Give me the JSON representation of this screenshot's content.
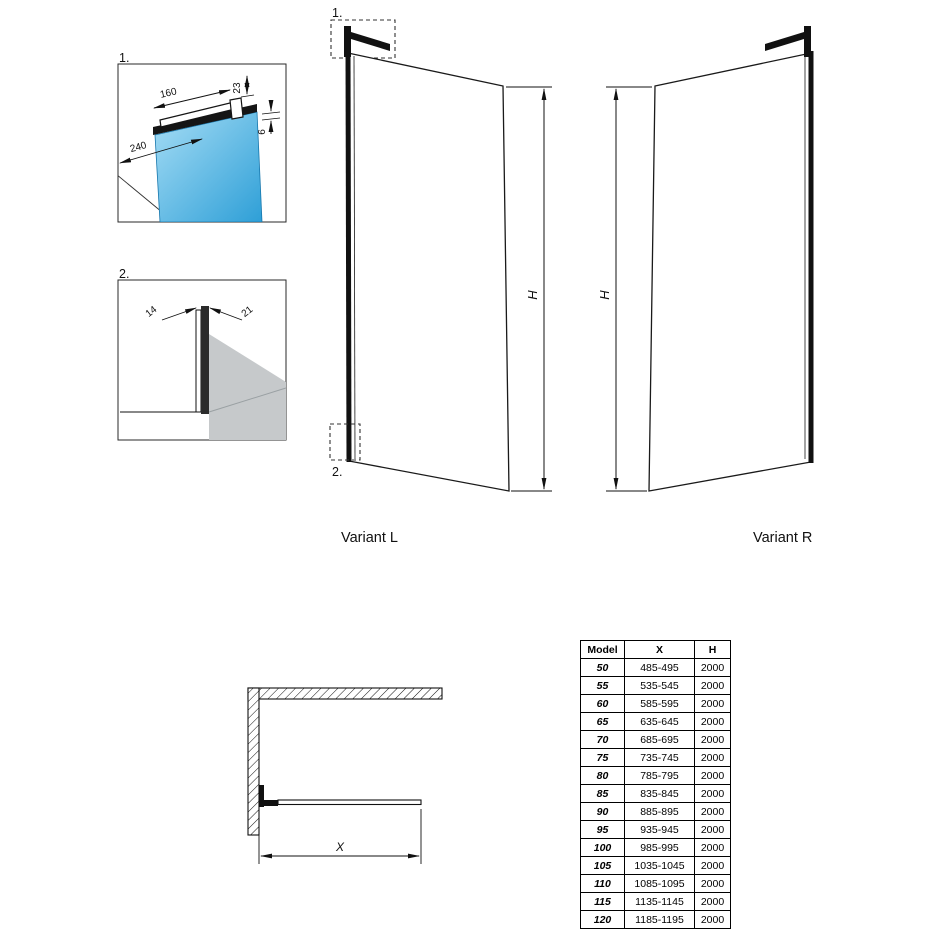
{
  "colors": {
    "glass_light": "#a6ddf5",
    "glass_dark": "#2e9fd7",
    "floor_gray": "#c6c9cb",
    "profile_dark": "#151515",
    "line": "#111111"
  },
  "details": {
    "detail1": {
      "label": "1.",
      "dim_arm_length": "160",
      "dim_arm_height": "23",
      "dim_depth": "240",
      "dim_glass_thickness": "6"
    },
    "detail2": {
      "label": "2.",
      "dim_gap": "14",
      "dim_profile_width": "21"
    }
  },
  "variants": {
    "left": {
      "label": "Variant L",
      "height_dim": "H",
      "callout_top": "1.",
      "callout_bottom": "2."
    },
    "right": {
      "label": "Variant R",
      "height_dim": "H"
    }
  },
  "top_view": {
    "width_dim": "X"
  },
  "table": {
    "headers": [
      "Model",
      "X",
      "H"
    ],
    "rows": [
      [
        "50",
        "485-495",
        "2000"
      ],
      [
        "55",
        "535-545",
        "2000"
      ],
      [
        "60",
        "585-595",
        "2000"
      ],
      [
        "65",
        "635-645",
        "2000"
      ],
      [
        "70",
        "685-695",
        "2000"
      ],
      [
        "75",
        "735-745",
        "2000"
      ],
      [
        "80",
        "785-795",
        "2000"
      ],
      [
        "85",
        "835-845",
        "2000"
      ],
      [
        "90",
        "885-895",
        "2000"
      ],
      [
        "95",
        "935-945",
        "2000"
      ],
      [
        "100",
        "985-995",
        "2000"
      ],
      [
        "105",
        "1035-1045",
        "2000"
      ],
      [
        "110",
        "1085-1095",
        "2000"
      ],
      [
        "115",
        "1135-1145",
        "2000"
      ],
      [
        "120",
        "1185-1195",
        "2000"
      ]
    ]
  }
}
